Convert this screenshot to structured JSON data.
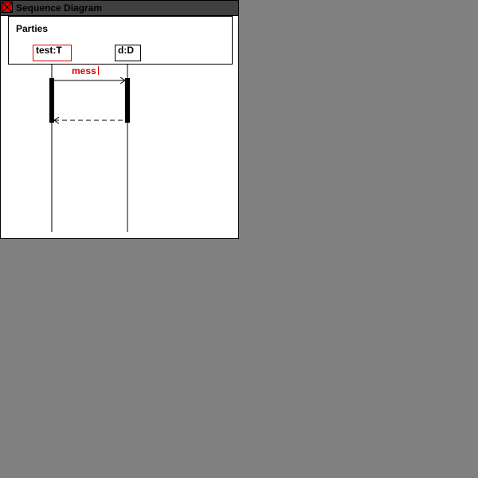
{
  "window": {
    "title": "Sequence Diagram"
  },
  "parties": {
    "label": "Parties",
    "items": [
      {
        "label": "test:T",
        "selected": true
      },
      {
        "label": "d:D",
        "selected": false
      }
    ]
  },
  "messages": [
    {
      "label": "mess",
      "from": "test:T",
      "to": "d:D",
      "kind": "call"
    },
    {
      "label": "",
      "from": "d:D",
      "to": "test:T",
      "kind": "return"
    }
  ],
  "colors": {
    "background": "#808080",
    "titlebar": "#404040",
    "close_button": "#e00000",
    "selection": "#e00000",
    "line": "#000000"
  },
  "icons": {
    "close": "close-x-icon"
  }
}
